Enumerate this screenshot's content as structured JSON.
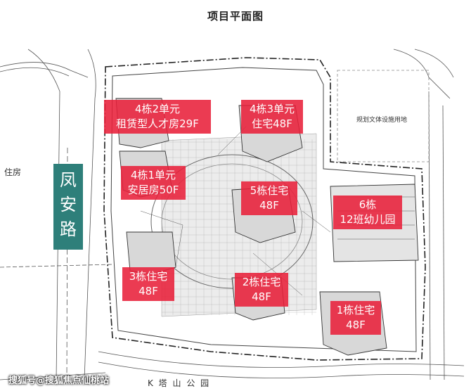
{
  "title": "项目平面图",
  "road_label": [
    "凤",
    "安",
    "路"
  ],
  "left_edge_text": "住房",
  "top_right_text": "规划文体设施用地",
  "bottom_text": "K 塔 山 公 园",
  "watermark": "搜狐号@搜狐焦点仙桃站",
  "labels": {
    "b4u2": [
      "4栋2单元",
      "租赁型人才房29F"
    ],
    "b4u3": [
      "4栋3单元",
      "住宅48F"
    ],
    "b4u1": [
      "4栋1单元",
      "安居房50F"
    ],
    "b5": [
      "5栋住宅",
      "48F"
    ],
    "b6": [
      "6栋",
      "12班幼儿园"
    ],
    "b3": [
      "3栋住宅",
      "48F"
    ],
    "b2": [
      "2栋住宅",
      "48F"
    ],
    "b1": [
      "1栋住宅",
      "48F"
    ]
  },
  "colors": {
    "label_fill": "#e8203a",
    "road_fill": "#2e7f7a",
    "linework": "#3a3a3a"
  }
}
